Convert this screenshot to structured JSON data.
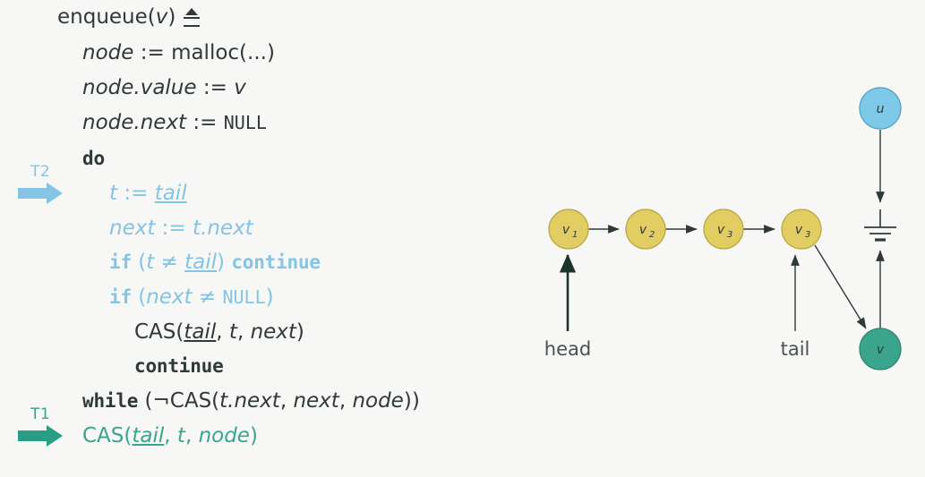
{
  "background_color": "#f7f7f5",
  "colors": {
    "text": "#2f3a38",
    "thread2": "#84c4e4",
    "thread1": "#3aa48c",
    "node_yellow": "#e2cd63",
    "node_blue": "#7ec8e8",
    "node_green": "#3aa48c"
  },
  "code": {
    "title": {
      "name": "enqueue",
      "open": "(",
      "param": "v",
      "close": ")",
      "defeq_symbol": "≜"
    },
    "lines": [
      {
        "id": "line-malloc",
        "parts": [
          {
            "kind": "id",
            "text": "node"
          },
          {
            "kind": "rm",
            "text": " := "
          },
          {
            "kind": "rm",
            "text": "malloc(...)"
          }
        ]
      },
      {
        "id": "line-node-value",
        "parts": [
          {
            "kind": "id",
            "text": "node.value"
          },
          {
            "kind": "rm",
            "text": " := "
          },
          {
            "kind": "id",
            "text": "v"
          }
        ]
      },
      {
        "id": "line-node-next",
        "parts": [
          {
            "kind": "id",
            "text": "node.next"
          },
          {
            "kind": "rm",
            "text": " := "
          },
          {
            "kind": "mono",
            "text": "NULL"
          }
        ]
      },
      {
        "id": "line-do",
        "parts": [
          {
            "kind": "kw",
            "text": "do"
          }
        ]
      },
      {
        "id": "line-t-assign-tail",
        "parts": [
          {
            "kind": "id",
            "text": "t"
          },
          {
            "kind": "rm",
            "text": " := "
          },
          {
            "kind": "sh",
            "text": "tail"
          }
        ]
      },
      {
        "id": "line-next-assign",
        "parts": [
          {
            "kind": "id",
            "text": "next"
          },
          {
            "kind": "rm",
            "text": " := "
          },
          {
            "kind": "id",
            "text": "t.next"
          }
        ]
      },
      {
        "id": "line-if-t-neq-tail",
        "parts": [
          {
            "kind": "kw",
            "text": "if"
          },
          {
            "kind": "rm",
            "text": " ("
          },
          {
            "kind": "id",
            "text": "t"
          },
          {
            "kind": "rm",
            "text": " ≠ "
          },
          {
            "kind": "sh",
            "text": "tail"
          },
          {
            "kind": "rm",
            "text": ") "
          },
          {
            "kind": "kw",
            "text": "continue"
          }
        ]
      },
      {
        "id": "line-if-next-neq-null",
        "parts": [
          {
            "kind": "kw",
            "text": "if"
          },
          {
            "kind": "rm",
            "text": " ("
          },
          {
            "kind": "id",
            "text": "next"
          },
          {
            "kind": "rm",
            "text": " ≠ "
          },
          {
            "kind": "mono",
            "text": "NULL"
          },
          {
            "kind": "rm",
            "text": ")"
          }
        ]
      },
      {
        "id": "line-cas-tail-t-next",
        "parts": [
          {
            "kind": "rm",
            "text": "CAS("
          },
          {
            "kind": "sh",
            "text": "tail"
          },
          {
            "kind": "rm",
            "text": ", "
          },
          {
            "kind": "id",
            "text": "t"
          },
          {
            "kind": "rm",
            "text": ", "
          },
          {
            "kind": "id",
            "text": "next"
          },
          {
            "kind": "rm",
            "text": ")"
          }
        ]
      },
      {
        "id": "line-continue",
        "parts": [
          {
            "kind": "kw",
            "text": "continue"
          }
        ]
      },
      {
        "id": "line-while",
        "parts": [
          {
            "kind": "kw",
            "text": "while"
          },
          {
            "kind": "rm",
            "text": " (¬CAS("
          },
          {
            "kind": "id",
            "text": "t.next"
          },
          {
            "kind": "rm",
            "text": ", "
          },
          {
            "kind": "id",
            "text": "next"
          },
          {
            "kind": "rm",
            "text": ", "
          },
          {
            "kind": "id",
            "text": "node"
          },
          {
            "kind": "rm",
            "text": "))"
          }
        ]
      },
      {
        "id": "line-cas-tail-t-node",
        "parts": [
          {
            "kind": "rm",
            "text": "CAS("
          },
          {
            "kind": "sh",
            "text": "tail"
          },
          {
            "kind": "rm",
            "text": ", "
          },
          {
            "kind": "id",
            "text": "t"
          },
          {
            "kind": "rm",
            "text": ", "
          },
          {
            "kind": "id",
            "text": "node"
          },
          {
            "kind": "rm",
            "text": ")"
          }
        ]
      }
    ],
    "threads": [
      {
        "id": "thread-t2",
        "label": "T2",
        "color": "#84c4e4"
      },
      {
        "id": "thread-t1",
        "label": "T1",
        "color": "#3aa48c"
      }
    ]
  },
  "diagram": {
    "nodes": [
      {
        "id": "node-v1",
        "base": "v",
        "sub": "1",
        "color": "yellow"
      },
      {
        "id": "node-v2",
        "base": "v",
        "sub": "2",
        "color": "yellow"
      },
      {
        "id": "node-v3",
        "base": "v",
        "sub": "3",
        "color": "yellow"
      },
      {
        "id": "node-v3b",
        "base": "v",
        "sub": "3",
        "color": "yellow"
      },
      {
        "id": "node-u",
        "base": "u",
        "sub": "",
        "color": "blue"
      },
      {
        "id": "node-v",
        "base": "v",
        "sub": "",
        "color": "green"
      }
    ],
    "pointers": [
      {
        "id": "pointer-head",
        "label": "head"
      },
      {
        "id": "pointer-tail",
        "label": "tail"
      }
    ],
    "ground_symbol": "NULL"
  }
}
